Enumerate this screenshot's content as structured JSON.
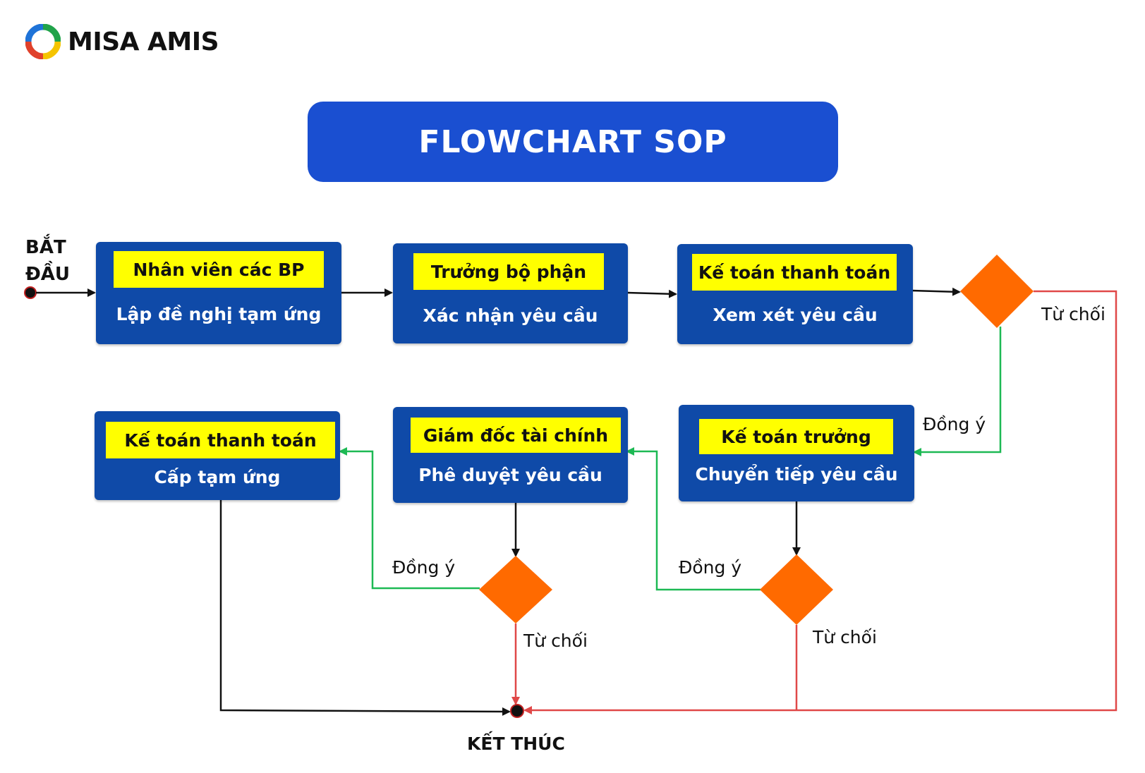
{
  "brand": {
    "name": "MISA AMIS",
    "logo_icon": "misa-amis-ring-logo"
  },
  "title": "FLOWCHART SOP",
  "start_label": "BẮT ĐẦU",
  "end_label": "KẾT THÚC",
  "steps": [
    {
      "role": "Nhân viên các BP",
      "action": "Lập đề nghị tạm ứng"
    },
    {
      "role": "Trưởng bộ phận",
      "action": "Xác nhận yêu cầu"
    },
    {
      "role": "Kế toán thanh toán",
      "action": "Xem xét yêu cầu"
    },
    {
      "role": "Kế toán trưởng",
      "action": "Chuyển tiếp yêu cầu"
    },
    {
      "role": "Giám đốc tài chính",
      "action": "Phê duyệt yêu cầu"
    },
    {
      "role": "Kế toán thanh toán",
      "action": "Cấp tạm ứng"
    }
  ],
  "decisions": {
    "approve_label": "Đồng ý",
    "reject_label": "Từ chối"
  },
  "colors": {
    "title_bg": "#1a4fd1",
    "box_bg": "#0f4aa8",
    "role_bg": "#ffff00",
    "diamond": "#ff6a00",
    "approve_line": "#1db954",
    "reject_line": "#e04848",
    "flow_line": "#111111"
  }
}
